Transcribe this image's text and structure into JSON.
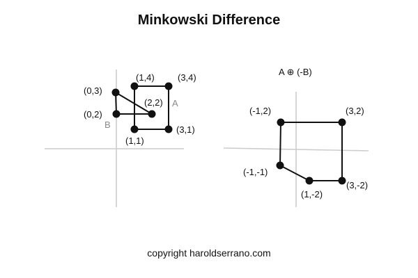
{
  "title": "Minkowski Difference",
  "footer": "copyright haroldserrano.com",
  "colors": {
    "axis": "#cccccc",
    "ink": "#111111",
    "set_label": "#8a8a8a"
  },
  "left_diagram": {
    "shape_a": {
      "label": "A",
      "points": [
        {
          "label": "(1,1)",
          "x": 1,
          "y": 1
        },
        {
          "label": "(3,1)",
          "x": 3,
          "y": 1
        },
        {
          "label": "(3,4)",
          "x": 3,
          "y": 4
        },
        {
          "label": "(1,4)",
          "x": 1,
          "y": 4
        }
      ]
    },
    "shape_b": {
      "label": "B",
      "points": [
        {
          "label": "(0,2)",
          "x": 0,
          "y": 2
        },
        {
          "label": "(2,2)",
          "x": 2,
          "y": 2
        },
        {
          "label": "(0,3)",
          "x": 0,
          "y": 3
        }
      ]
    }
  },
  "right_diagram": {
    "label": "A ⊕ (-B)",
    "points": [
      {
        "label": "(-1,2)",
        "x": -1,
        "y": 2
      },
      {
        "label": "(3,2)",
        "x": 3,
        "y": 2
      },
      {
        "label": "(3,-2)",
        "x": 3,
        "y": -2
      },
      {
        "label": "(1,-2)",
        "x": 1,
        "y": -2
      },
      {
        "label": "(-1,-1)",
        "x": -1,
        "y": -1
      }
    ]
  }
}
